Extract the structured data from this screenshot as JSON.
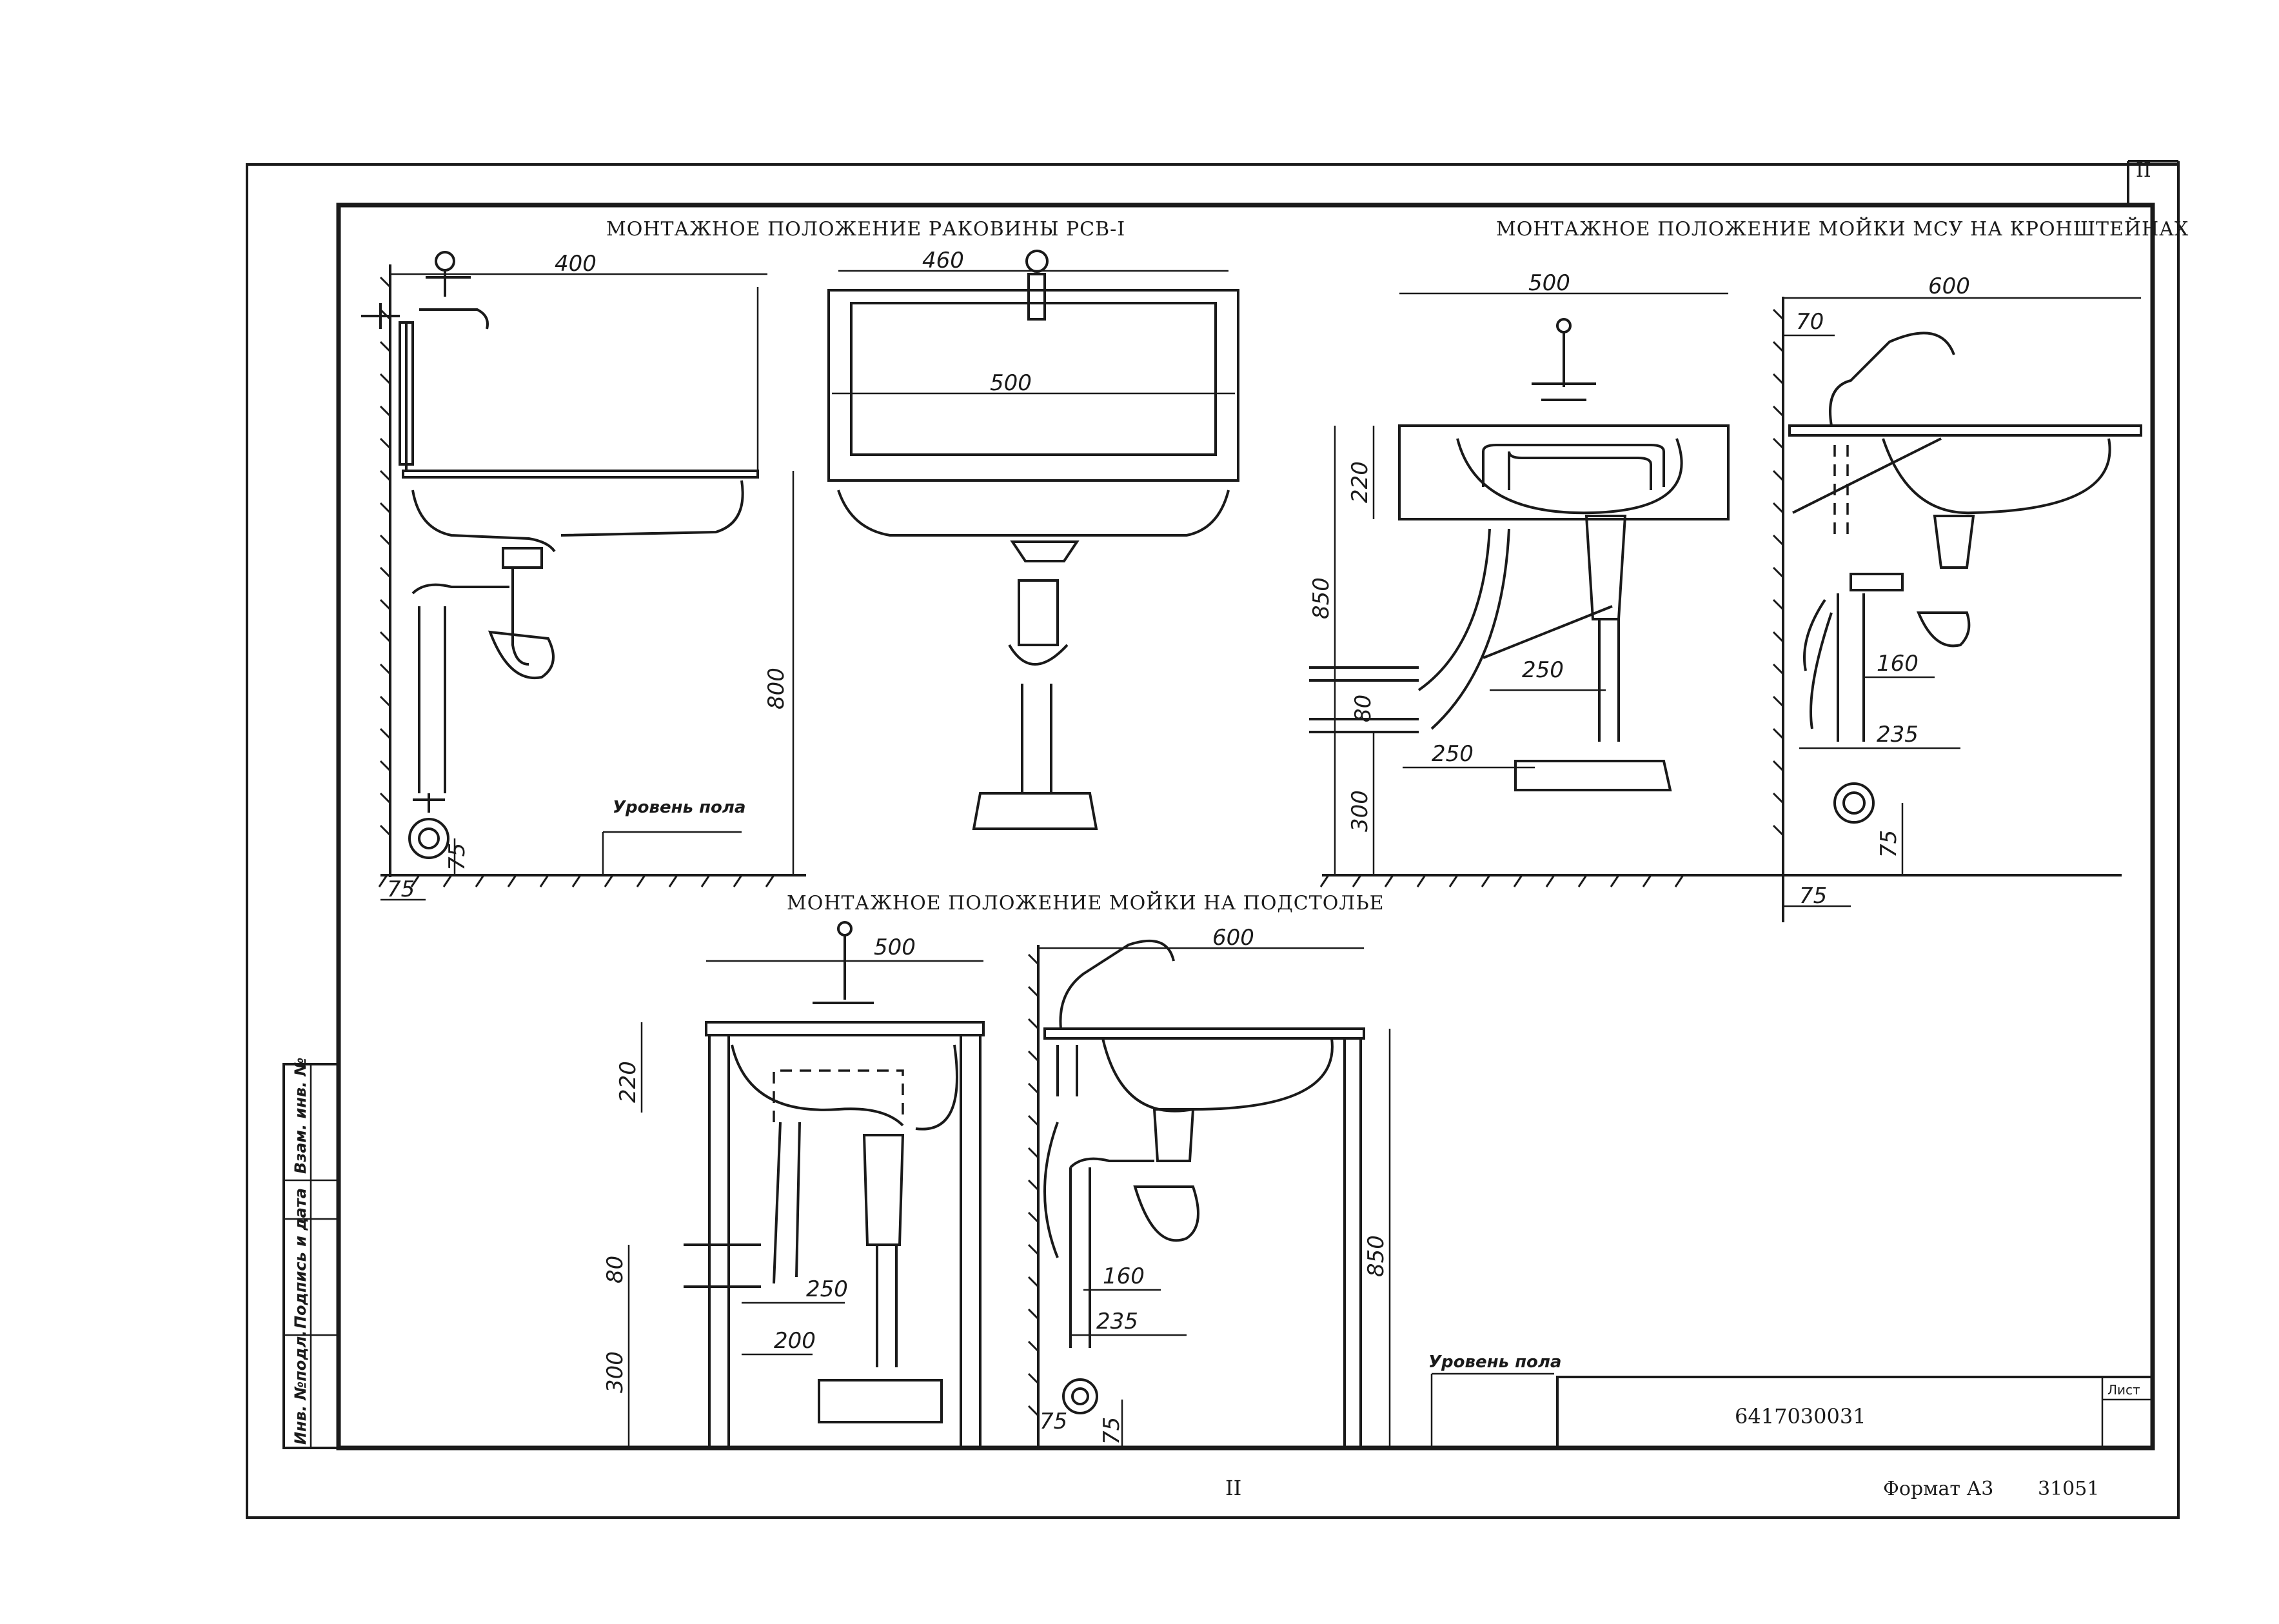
{
  "sheet": {
    "page_number_top": "II",
    "page_number_bottom": "II",
    "document_code": "6417030031",
    "format_label": "Формат А3",
    "copy_number": "31051",
    "sheet_label": "Лист"
  },
  "side_stamp": {
    "inv_original": "Инв. №подл.",
    "signature_date": "Подпись и дата",
    "replace_inv": "Взам. инв. №"
  },
  "views": {
    "rsv1": {
      "title": "МОНТАЖНОЕ ПОЛОЖЕНИЕ РАКОВИНЫ РСВ-I",
      "dims": [
        "400",
        "460",
        "500",
        "800",
        "75",
        "75"
      ],
      "floor_label": "Уровень пола"
    },
    "msu": {
      "title": "МОНТАЖНОЕ ПОЛОЖЕНИЕ МОЙКИ МСУ НА КРОНШТЕЙНАХ",
      "dims": [
        "500",
        "600",
        "70",
        "220",
        "850",
        "250",
        "80",
        "250",
        "300",
        "160",
        "235",
        "75",
        "75"
      ]
    },
    "podstolye": {
      "title": "МОНТАЖНОЕ ПОЛОЖЕНИЕ МОЙКИ НА ПОДСТОЛЬЕ",
      "dims": [
        "500",
        "600",
        "220",
        "80",
        "250",
        "200",
        "300",
        "850",
        "160",
        "235",
        "75",
        "75"
      ],
      "floor_label": "Уровень пола"
    }
  }
}
